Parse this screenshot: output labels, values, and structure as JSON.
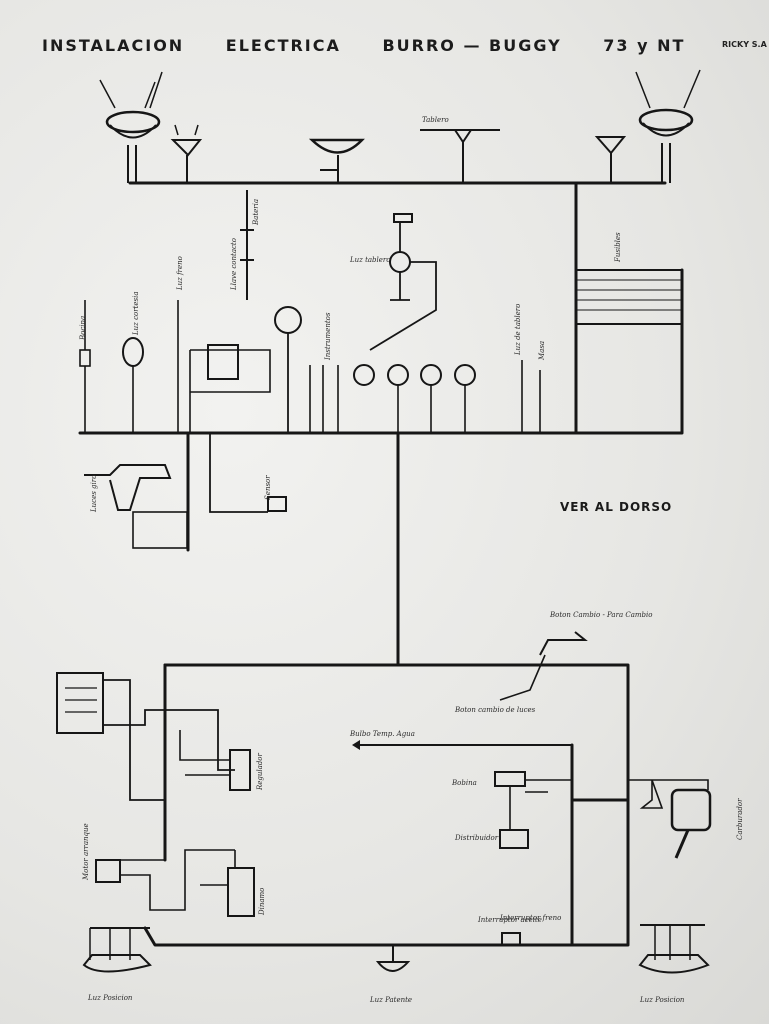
{
  "title": {
    "part1": "INSTALACION",
    "part2": "ELECTRICA",
    "part3": "BURRO — BUGGY",
    "part4": "73 y NT"
  },
  "maker": "RICKY S.A",
  "ver_al_dorso": "VER AL DORSO",
  "labels": {
    "tablero": "Tablero",
    "luz_freno": "Luz freno",
    "bocina": "Bocina",
    "luces_posicion_left": "Luz Posicion",
    "luces_posicion_right": "Luz Posicion",
    "luz_patente": "Luz Patente",
    "dinamo": "Dinamo",
    "bobina": "Bobina",
    "regulador": "Regulador",
    "distribuidor": "Distribuidor",
    "bateria": "Bateria",
    "motor_arranque": "Motor arranque",
    "interruptor_freno": "Interruptor freno",
    "boton_cambio_luces": "Boton cambio de luces",
    "llave_contacto": "Llave contacto",
    "luz_tablero": "Luz tablero",
    "luces_giro": "Luces giro",
    "masa": "Masa",
    "instrumentos": "Instrumentos",
    "fusibles": "Fusibles",
    "luz_cortesia": "Luz cortesia",
    "luz_de_tablero": "Luz de tablero",
    "bulbo_temp": "Bulbo Temp. Agua",
    "sensor": "Sensor",
    "interruptor_aceite": "Interruptor aceite",
    "baul": "Boton Cambio - Para Cambio",
    "carburador": "Carburador"
  },
  "colors": {
    "ink": "#161616",
    "paper": "#ecece9"
  }
}
